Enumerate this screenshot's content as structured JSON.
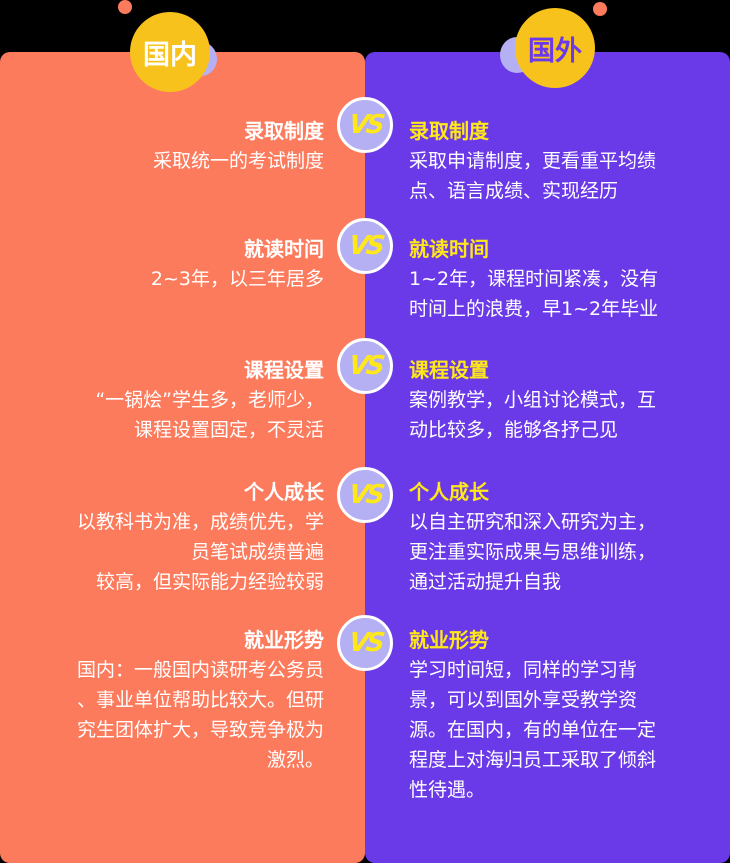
{
  "headers": {
    "domestic": "国内",
    "abroad": "国外"
  },
  "colors": {
    "domestic_bg": "#FD7B5D",
    "abroad_bg": "#6B3AE8",
    "badge": "#F8C21C",
    "abroad_title": "#FFE81A",
    "vs_circle": "#B5B0F4"
  },
  "vs_label": "VS",
  "rows": [
    {
      "title": "录取制度",
      "domestic": [
        "采取统一的考试制度"
      ],
      "abroad": [
        "采取申请制度，更看重平均绩",
        "点、语言成绩、实现经历"
      ]
    },
    {
      "title": "就读时间",
      "domestic": [
        "2~3年，以三年居多"
      ],
      "abroad": [
        "1~2年，课程时间紧凑，没有",
        "时间上的浪费，早1~2年毕业"
      ]
    },
    {
      "title": "课程设置",
      "domestic": [
        "“一锅烩”学生多，老师少，",
        "课程设置固定，不灵活"
      ],
      "abroad": [
        "案例教学，小组讨论模式，互",
        "动比较多，能够各抒己见"
      ]
    },
    {
      "title": "个人成长",
      "domestic": [
        "以教科书为准，成绩优先，学",
        "员笔试成绩普遍",
        "较高，但实际能力经验较弱"
      ],
      "abroad": [
        "以自主研究和深入研究为主，",
        "更注重实际成果与思维训练，",
        "通过活动提升自我"
      ]
    },
    {
      "title": "就业形势",
      "domestic": [
        "国内：一般国内读研考公务员",
        "、事业单位帮助比较大。但研",
        "究生团体扩大，导致竞争极为",
        "激烈。"
      ],
      "abroad": [
        "学习时间短，同样的学习背",
        "景，可以到国外享受教学资",
        "源。在国内，有的单位在一定",
        "程度上对海归员工采取了倾斜",
        "性待遇。"
      ]
    }
  ]
}
